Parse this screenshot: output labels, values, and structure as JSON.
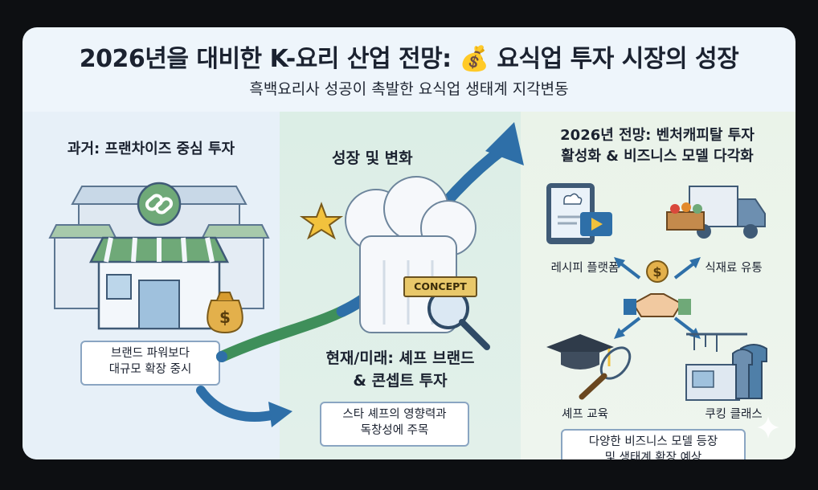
{
  "header": {
    "title": "2026년을 대비한 K-요리 산업 전망: 💰 요식업 투자 시장의 성장",
    "subtitle": "흑백요리사 성공이 촉발한 요식업 생태계 지각변동"
  },
  "past": {
    "heading": "과거: 프랜차이즈 중심 투자",
    "box_line1": "브랜드 파워보다",
    "box_line2": "대규모 확장 중시"
  },
  "middle": {
    "growth_label": "성장 및 변화",
    "concept_tag": "CONCEPT",
    "heading_line1": "현재/미래: 셰프 브랜드",
    "heading_line2": "& 콘셉트 투자",
    "box_line1": "스타 셰프의 영향력과",
    "box_line2": "독창성에 주목"
  },
  "future": {
    "heading_line1": "2026년 전망: 벤처캐피탈 투자",
    "heading_line2": "활성화 & 비즈니스 모델 다각화",
    "items": [
      {
        "label": "레시피 플랫폼",
        "icon": "tablet-video-icon"
      },
      {
        "label": "식재료 유통",
        "icon": "delivery-truck-icon"
      },
      {
        "label": "셰프 교육",
        "icon": "graduation-cap-icon"
      },
      {
        "label": "쿠킹 클래스",
        "icon": "kitchen-icon"
      }
    ],
    "box_line1": "다양한 비즈니스 모델 등장",
    "box_line2": "및 생태계 확장 예상"
  },
  "colors": {
    "dark_text": "#1b2230",
    "arrow_blue": "#2e6fa8",
    "arrow_green": "#3f8f5a",
    "awning_green": "#6fa978",
    "gold": "#d7a43a"
  }
}
